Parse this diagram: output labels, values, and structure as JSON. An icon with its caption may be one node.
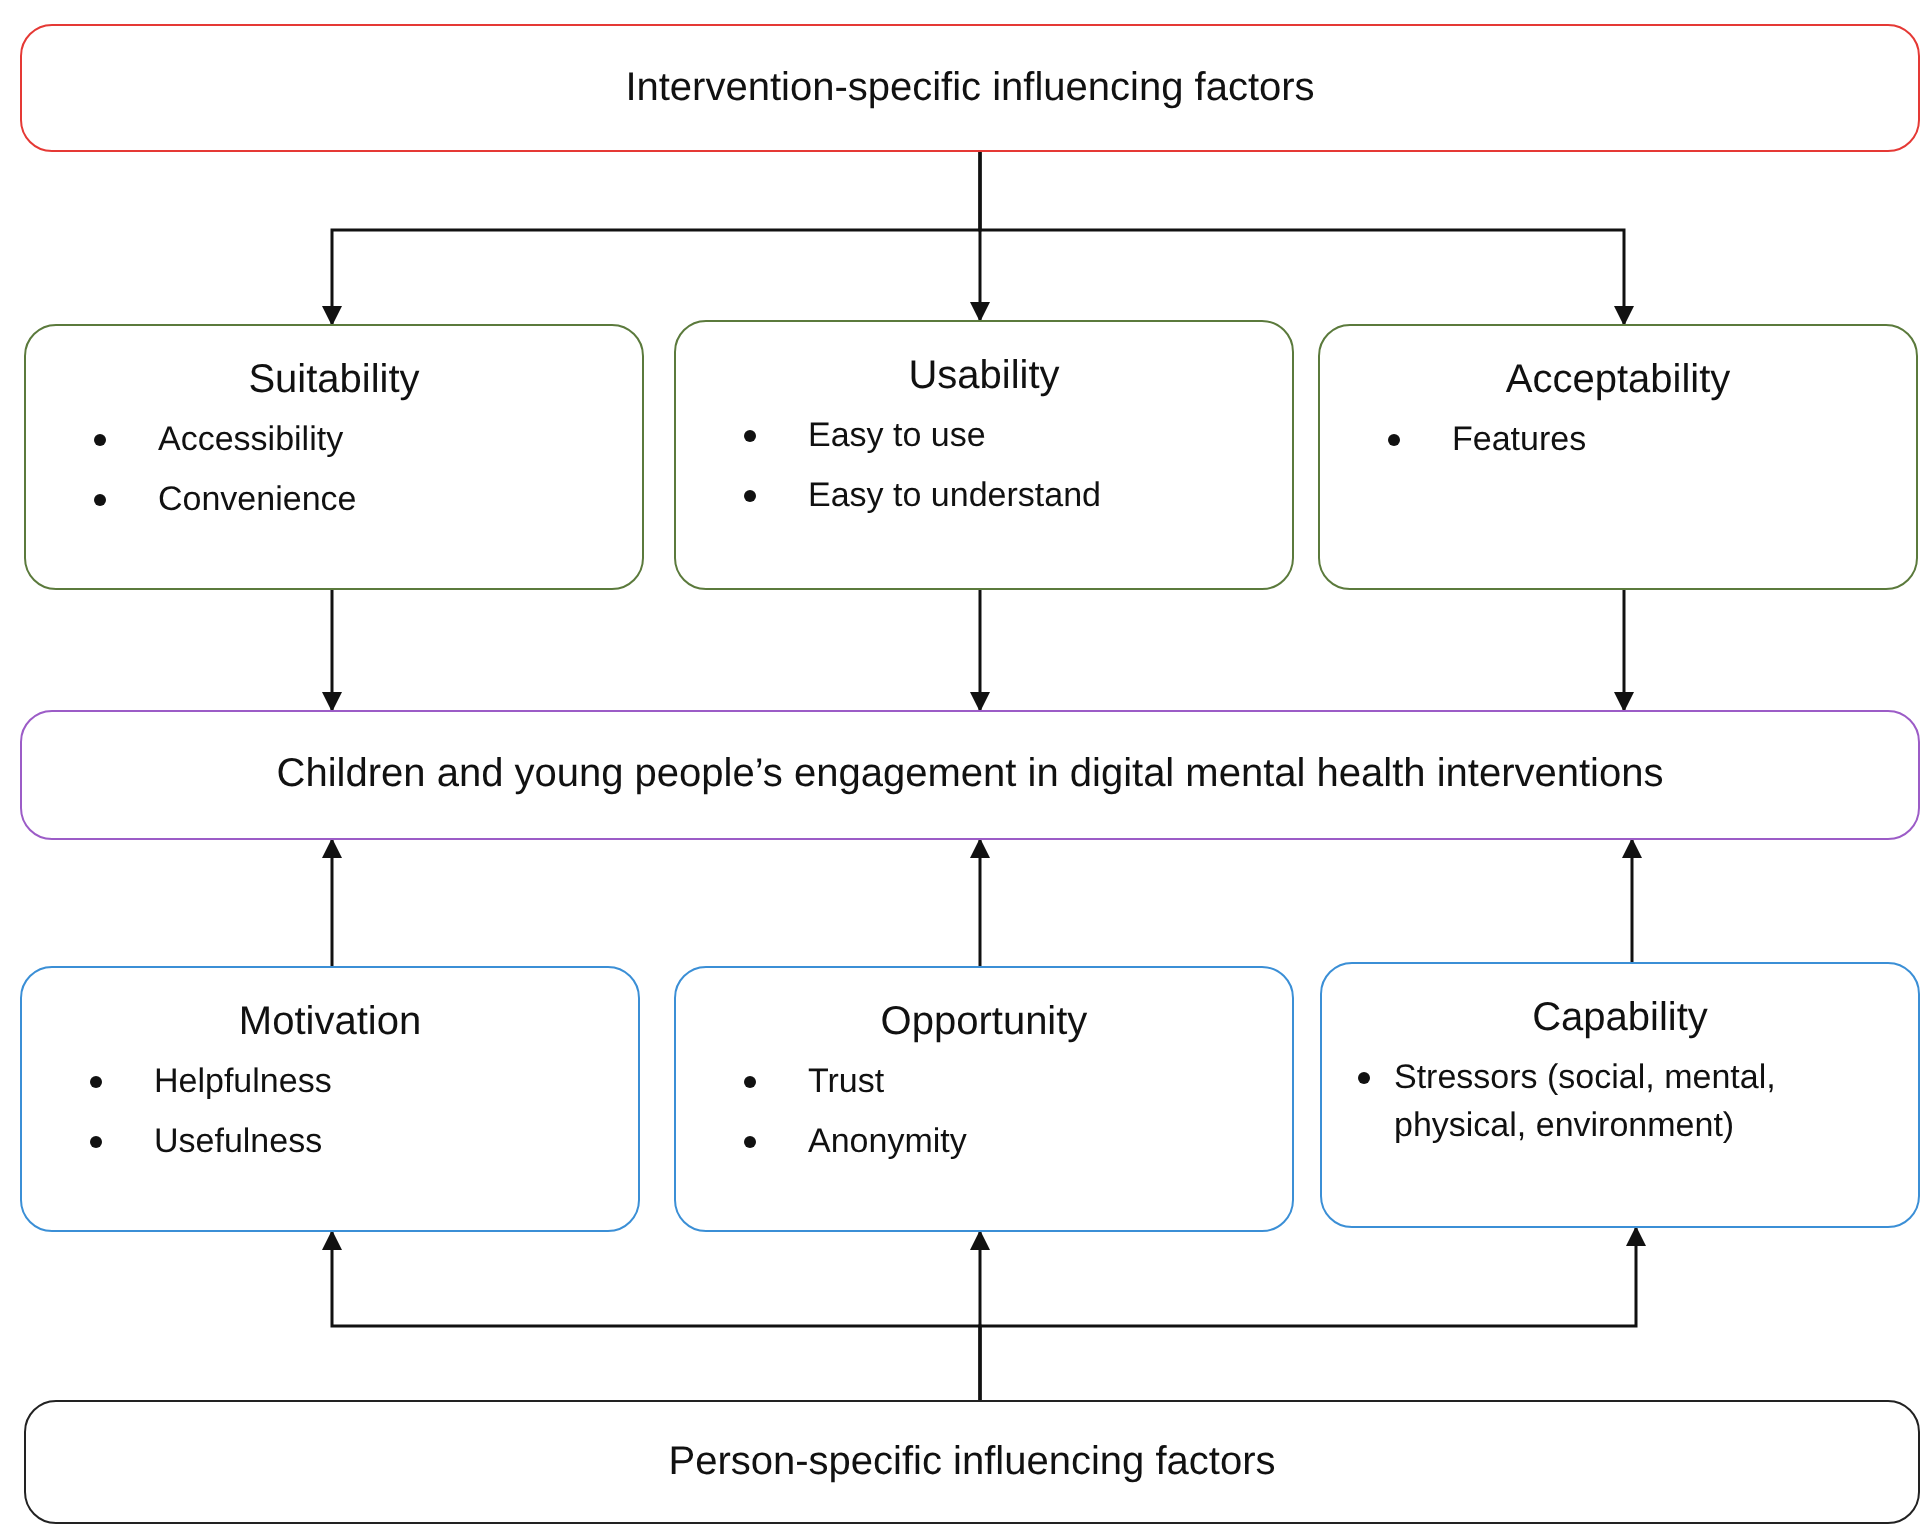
{
  "diagram": {
    "nodes": [
      {
        "text": [
          "Intervention-specific influencing factors"
        ]
      },
      {
        "text": [
          "Suitability",
          "Accessibility",
          "Convenience"
        ]
      },
      {
        "text": [
          "Usability",
          "Easy to use",
          "Easy to understand"
        ]
      },
      {
        "text": [
          "Acceptability",
          "Features"
        ]
      },
      {
        "text": [
          "Children and young people’s engagement in digital mental health interventions"
        ]
      },
      {
        "text": [
          "Motivation",
          "Helpfulness",
          "Usefulness"
        ]
      },
      {
        "text": [
          "Opportunity",
          "Trust",
          "Anonymity"
        ]
      },
      {
        "text": [
          "Capability",
          "Stressors (social, mental, physical,  environment)"
        ]
      },
      {
        "text": [
          "Person-specific influencing factors"
        ]
      }
    ],
    "edges": [
      {
        "from": 0,
        "to": 1,
        "arrow": "to"
      },
      {
        "from": 0,
        "to": 2,
        "arrow": "to"
      },
      {
        "from": 0,
        "to": 3,
        "arrow": "to"
      },
      {
        "from": 1,
        "to": 4,
        "arrow": "to"
      },
      {
        "from": 2,
        "to": 4,
        "arrow": "to"
      },
      {
        "from": 3,
        "to": 4,
        "arrow": "to"
      },
      {
        "from": 5,
        "to": 4,
        "arrow": "to"
      },
      {
        "from": 6,
        "to": 4,
        "arrow": "to"
      },
      {
        "from": 7,
        "to": 4,
        "arrow": "to"
      },
      {
        "from": 8,
        "to": 5,
        "arrow": "to"
      },
      {
        "from": 8,
        "to": 6,
        "arrow": "to"
      },
      {
        "from": 8,
        "to": 7,
        "arrow": "to"
      }
    ]
  }
}
